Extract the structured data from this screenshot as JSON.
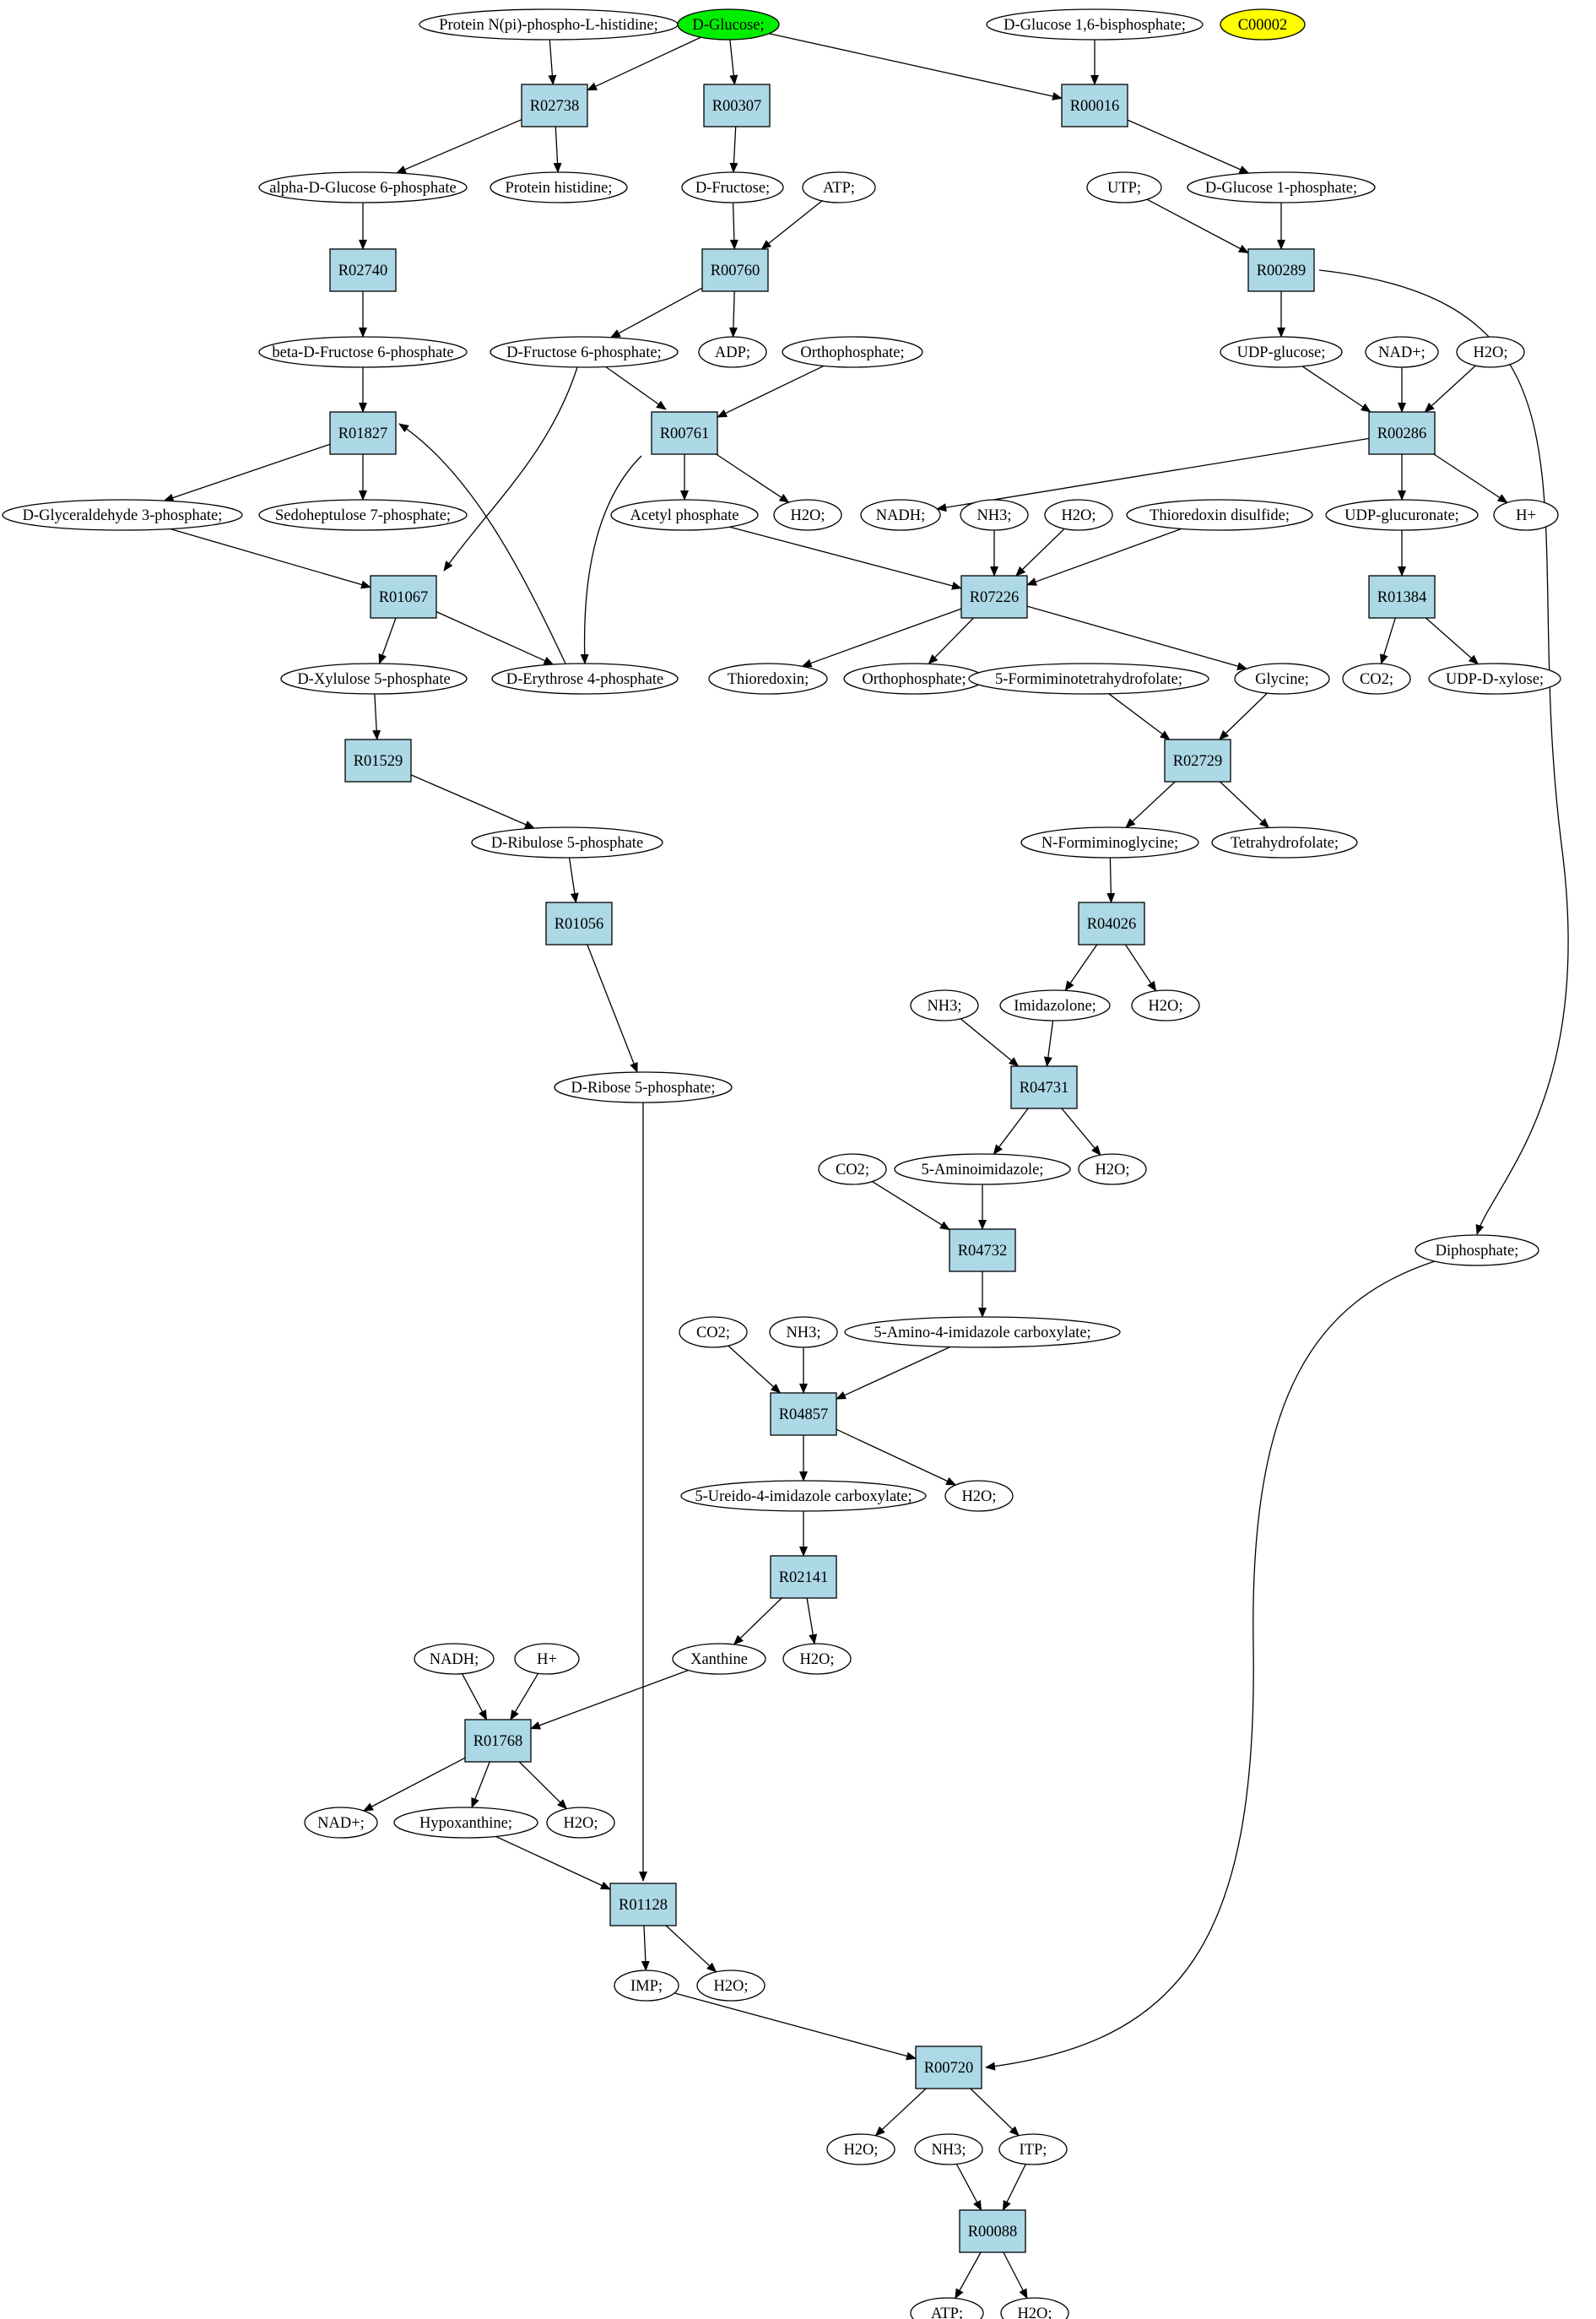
{
  "colors": {
    "reaction_fill": "#add8e6",
    "compound_fill": "#ffffff",
    "source_fill": "#00ee00",
    "highlight_fill": "#ffff00",
    "stroke": "#000000"
  },
  "nodes": [
    {
      "id": "c_protein_npi",
      "label": "Protein N(pi)-phospho-L-histidine;",
      "kind": "compound"
    },
    {
      "id": "c_dglucose",
      "label": "D-Glucose;",
      "kind": "source"
    },
    {
      "id": "c_dglc16bp",
      "label": "D-Glucose 1,6-bisphosphate;",
      "kind": "compound"
    },
    {
      "id": "c_c00002",
      "label": "C00002",
      "kind": "highlight"
    },
    {
      "id": "r_R02738",
      "label": "R02738",
      "kind": "reaction"
    },
    {
      "id": "r_R00307",
      "label": "R00307",
      "kind": "reaction"
    },
    {
      "id": "r_R00016",
      "label": "R00016",
      "kind": "reaction"
    },
    {
      "id": "c_adg6p",
      "label": "alpha-D-Glucose 6-phosphate",
      "kind": "compound"
    },
    {
      "id": "c_prot_his",
      "label": "Protein histidine;",
      "kind": "compound"
    },
    {
      "id": "c_dfructose",
      "label": "D-Fructose;",
      "kind": "compound"
    },
    {
      "id": "c_atp1",
      "label": "ATP;",
      "kind": "compound"
    },
    {
      "id": "c_utp",
      "label": "UTP;",
      "kind": "compound"
    },
    {
      "id": "c_dg1p",
      "label": "D-Glucose 1-phosphate;",
      "kind": "compound"
    },
    {
      "id": "r_R02740",
      "label": "R02740",
      "kind": "reaction"
    },
    {
      "id": "r_R00760",
      "label": "R00760",
      "kind": "reaction"
    },
    {
      "id": "r_R00289",
      "label": "R00289",
      "kind": "reaction"
    },
    {
      "id": "c_bdf6p",
      "label": "beta-D-Fructose 6-phosphate",
      "kind": "compound"
    },
    {
      "id": "c_df6p",
      "label": "D-Fructose 6-phosphate;",
      "kind": "compound"
    },
    {
      "id": "c_adp",
      "label": "ADP;",
      "kind": "compound"
    },
    {
      "id": "c_ortho1",
      "label": "Orthophosphate;",
      "kind": "compound"
    },
    {
      "id": "c_udpglc",
      "label": "UDP-glucose;",
      "kind": "compound"
    },
    {
      "id": "c_nadp",
      "label": "NAD+;",
      "kind": "compound"
    },
    {
      "id": "c_h2o_a",
      "label": "H2O;",
      "kind": "compound"
    },
    {
      "id": "r_R01827",
      "label": "R01827",
      "kind": "reaction"
    },
    {
      "id": "r_R00761",
      "label": "R00761",
      "kind": "reaction"
    },
    {
      "id": "r_R00286",
      "label": "R00286",
      "kind": "reaction"
    },
    {
      "id": "c_dg3p",
      "label": "D-Glyceraldehyde 3-phosphate;",
      "kind": "compound"
    },
    {
      "id": "c_s7p",
      "label": "Sedoheptulose 7-phosphate;",
      "kind": "compound"
    },
    {
      "id": "c_acp",
      "label": "Acetyl phosphate",
      "kind": "compound"
    },
    {
      "id": "c_h2o_b",
      "label": "H2O;",
      "kind": "compound"
    },
    {
      "id": "c_nadh1",
      "label": "NADH;",
      "kind": "compound"
    },
    {
      "id": "c_nh3_1",
      "label": "NH3;",
      "kind": "compound"
    },
    {
      "id": "c_h2o_c",
      "label": "H2O;",
      "kind": "compound"
    },
    {
      "id": "c_trxss",
      "label": "Thioredoxin disulfide;",
      "kind": "compound"
    },
    {
      "id": "c_udpgluc",
      "label": "UDP-glucuronate;",
      "kind": "compound"
    },
    {
      "id": "c_hplus1",
      "label": "H+",
      "kind": "compound"
    },
    {
      "id": "r_R01067",
      "label": "R01067",
      "kind": "reaction"
    },
    {
      "id": "r_R07226",
      "label": "R07226",
      "kind": "reaction"
    },
    {
      "id": "r_R01384",
      "label": "R01384",
      "kind": "reaction"
    },
    {
      "id": "c_dx5p",
      "label": "D-Xylulose 5-phosphate",
      "kind": "compound"
    },
    {
      "id": "c_de4p",
      "label": "D-Erythrose 4-phosphate",
      "kind": "compound"
    },
    {
      "id": "c_trx",
      "label": "Thioredoxin;",
      "kind": "compound"
    },
    {
      "id": "c_ortho2",
      "label": "Orthophosphate;",
      "kind": "compound"
    },
    {
      "id": "c_fthf",
      "label": "5-Formiminotetrahydrofolate;",
      "kind": "compound"
    },
    {
      "id": "c_glycine",
      "label": "Glycine;",
      "kind": "compound"
    },
    {
      "id": "c_co2_1",
      "label": "CO2;",
      "kind": "compound"
    },
    {
      "id": "c_udpxyl",
      "label": "UDP-D-xylose;",
      "kind": "compound"
    },
    {
      "id": "r_R01529",
      "label": "R01529",
      "kind": "reaction"
    },
    {
      "id": "r_R02729",
      "label": "R02729",
      "kind": "reaction"
    },
    {
      "id": "c_dru5p",
      "label": "D-Ribulose 5-phosphate",
      "kind": "compound"
    },
    {
      "id": "c_nfgly",
      "label": "N-Formiminoglycine;",
      "kind": "compound"
    },
    {
      "id": "c_thf",
      "label": "Tetrahydrofolate;",
      "kind": "compound"
    },
    {
      "id": "r_R01056",
      "label": "R01056",
      "kind": "reaction"
    },
    {
      "id": "r_R04026",
      "label": "R04026",
      "kind": "reaction"
    },
    {
      "id": "c_nh3_2",
      "label": "NH3;",
      "kind": "compound"
    },
    {
      "id": "c_imidazolone",
      "label": "Imidazolone;",
      "kind": "compound"
    },
    {
      "id": "c_h2o_d",
      "label": "H2O;",
      "kind": "compound"
    },
    {
      "id": "c_dr5p",
      "label": "D-Ribose 5-phosphate;",
      "kind": "compound"
    },
    {
      "id": "r_R04731",
      "label": "R04731",
      "kind": "reaction"
    },
    {
      "id": "c_co2_2",
      "label": "CO2;",
      "kind": "compound"
    },
    {
      "id": "c_5ai",
      "label": "5-Aminoimidazole;",
      "kind": "compound"
    },
    {
      "id": "c_h2o_e",
      "label": "H2O;",
      "kind": "compound"
    },
    {
      "id": "r_R04732",
      "label": "R04732",
      "kind": "reaction"
    },
    {
      "id": "c_diphos",
      "label": "Diphosphate;",
      "kind": "compound"
    },
    {
      "id": "c_co2_3",
      "label": "CO2;",
      "kind": "compound"
    },
    {
      "id": "c_nh3_3",
      "label": "NH3;",
      "kind": "compound"
    },
    {
      "id": "c_5a4ic",
      "label": "5-Amino-4-imidazole carboxylate;",
      "kind": "compound"
    },
    {
      "id": "r_R04857",
      "label": "R04857",
      "kind": "reaction"
    },
    {
      "id": "c_5u4ic",
      "label": "5-Ureido-4-imidazole carboxylate;",
      "kind": "compound"
    },
    {
      "id": "c_h2o_f",
      "label": "H2O;",
      "kind": "compound"
    },
    {
      "id": "r_R02141",
      "label": "R02141",
      "kind": "reaction"
    },
    {
      "id": "c_nadh2",
      "label": "NADH;",
      "kind": "compound"
    },
    {
      "id": "c_hplus2",
      "label": "H+",
      "kind": "compound"
    },
    {
      "id": "c_xanthine",
      "label": "Xanthine",
      "kind": "compound"
    },
    {
      "id": "c_h2o_g",
      "label": "H2O;",
      "kind": "compound"
    },
    {
      "id": "r_R01768",
      "label": "R01768",
      "kind": "reaction"
    },
    {
      "id": "c_nadp2",
      "label": "NAD+;",
      "kind": "compound"
    },
    {
      "id": "c_hypox",
      "label": "Hypoxanthine;",
      "kind": "compound"
    },
    {
      "id": "c_h2o_h",
      "label": "H2O;",
      "kind": "compound"
    },
    {
      "id": "r_R01128",
      "label": "R01128",
      "kind": "reaction"
    },
    {
      "id": "c_imp",
      "label": "IMP;",
      "kind": "compound"
    },
    {
      "id": "c_h2o_i",
      "label": "H2O;",
      "kind": "compound"
    },
    {
      "id": "r_R00720",
      "label": "R00720",
      "kind": "reaction"
    },
    {
      "id": "c_h2o_j",
      "label": "H2O;",
      "kind": "compound"
    },
    {
      "id": "c_nh3_4",
      "label": "NH3;",
      "kind": "compound"
    },
    {
      "id": "c_itp",
      "label": "ITP;",
      "kind": "compound"
    },
    {
      "id": "r_R00088",
      "label": "R00088",
      "kind": "reaction"
    },
    {
      "id": "c_atp2",
      "label": "ATP;",
      "kind": "compound"
    },
    {
      "id": "c_h2o_k",
      "label": "H2O;",
      "kind": "compound"
    }
  ],
  "edges": [
    [
      "c_protein_npi",
      "r_R02738"
    ],
    [
      "c_dglucose",
      "r_R02738"
    ],
    [
      "c_dglucose",
      "r_R00307"
    ],
    [
      "c_dglucose",
      "r_R00016"
    ],
    [
      "c_dglc16bp",
      "r_R00016"
    ],
    [
      "r_R02738",
      "c_adg6p"
    ],
    [
      "r_R02738",
      "c_prot_his"
    ],
    [
      "r_R00307",
      "c_dfructose"
    ],
    [
      "r_R00016",
      "c_dg1p"
    ],
    [
      "c_adg6p",
      "r_R02740"
    ],
    [
      "c_dfructose",
      "r_R00760"
    ],
    [
      "c_atp1",
      "r_R00760"
    ],
    [
      "c_utp",
      "r_R00289"
    ],
    [
      "c_dg1p",
      "r_R00289"
    ],
    [
      "r_R02740",
      "c_bdf6p"
    ],
    [
      "r_R00760",
      "c_df6p"
    ],
    [
      "r_R00760",
      "c_adp"
    ],
    [
      "r_R00289",
      "c_udpglc"
    ],
    [
      "r_R00289",
      "c_diphos"
    ],
    [
      "c_bdf6p",
      "r_R01827"
    ],
    [
      "c_df6p",
      "r_R00761"
    ],
    [
      "c_df6p",
      "r_R01067"
    ],
    [
      "c_ortho1",
      "r_R00761"
    ],
    [
      "c_udpglc",
      "r_R00286"
    ],
    [
      "c_nadp",
      "r_R00286"
    ],
    [
      "c_h2o_a",
      "r_R00286"
    ],
    [
      "r_R01827",
      "c_dg3p"
    ],
    [
      "r_R01827",
      "c_s7p"
    ],
    [
      "r_R00761",
      "c_acp"
    ],
    [
      "r_R00761",
      "c_h2o_b"
    ],
    [
      "r_R00761",
      "c_de4p"
    ],
    [
      "r_R00286",
      "c_nadh1"
    ],
    [
      "r_R00286",
      "c_udpgluc"
    ],
    [
      "r_R00286",
      "c_hplus1"
    ],
    [
      "c_dg3p",
      "r_R01067"
    ],
    [
      "c_acp",
      "r_R07226"
    ],
    [
      "c_nh3_1",
      "r_R07226"
    ],
    [
      "c_h2o_c",
      "r_R07226"
    ],
    [
      "c_trxss",
      "r_R07226"
    ],
    [
      "c_udpgluc",
      "r_R01384"
    ],
    [
      "r_R01067",
      "c_dx5p"
    ],
    [
      "r_R01067",
      "c_de4p"
    ],
    [
      "c_de4p",
      "r_R01827"
    ],
    [
      "r_R07226",
      "c_trx"
    ],
    [
      "r_R07226",
      "c_ortho2"
    ],
    [
      "r_R07226",
      "c_glycine"
    ],
    [
      "r_R01384",
      "c_co2_1"
    ],
    [
      "r_R01384",
      "c_udpxyl"
    ],
    [
      "c_dx5p",
      "r_R01529"
    ],
    [
      "c_fthf",
      "r_R02729"
    ],
    [
      "c_glycine",
      "r_R02729"
    ],
    [
      "r_R01529",
      "c_dru5p"
    ],
    [
      "r_R02729",
      "c_nfgly"
    ],
    [
      "r_R02729",
      "c_thf"
    ],
    [
      "c_dru5p",
      "r_R01056"
    ],
    [
      "c_nfgly",
      "r_R04026"
    ],
    [
      "r_R01056",
      "c_dr5p"
    ],
    [
      "r_R04026",
      "c_imidazolone"
    ],
    [
      "r_R04026",
      "c_h2o_d"
    ],
    [
      "c_nh3_2",
      "r_R04731"
    ],
    [
      "c_imidazolone",
      "r_R04731"
    ],
    [
      "r_R04731",
      "c_5ai"
    ],
    [
      "r_R04731",
      "c_h2o_e"
    ],
    [
      "c_co2_2",
      "r_R04732"
    ],
    [
      "c_5ai",
      "r_R04732"
    ],
    [
      "r_R04732",
      "c_5a4ic"
    ],
    [
      "c_co2_3",
      "r_R04857"
    ],
    [
      "c_nh3_3",
      "r_R04857"
    ],
    [
      "c_5a4ic",
      "r_R04857"
    ],
    [
      "r_R04857",
      "c_5u4ic"
    ],
    [
      "r_R04857",
      "c_h2o_f"
    ],
    [
      "c_5u4ic",
      "r_R02141"
    ],
    [
      "r_R02141",
      "c_xanthine"
    ],
    [
      "r_R02141",
      "c_h2o_g"
    ],
    [
      "c_nadh2",
      "r_R01768"
    ],
    [
      "c_hplus2",
      "r_R01768"
    ],
    [
      "c_xanthine",
      "r_R01768"
    ],
    [
      "r_R01768",
      "c_nadp2"
    ],
    [
      "r_R01768",
      "c_hypox"
    ],
    [
      "r_R01768",
      "c_h2o_h"
    ],
    [
      "c_hypox",
      "r_R01128"
    ],
    [
      "c_dr5p",
      "r_R01128"
    ],
    [
      "r_R01128",
      "c_imp"
    ],
    [
      "r_R01128",
      "c_h2o_i"
    ],
    [
      "c_imp",
      "r_R00720"
    ],
    [
      "c_diphos",
      "r_R00720"
    ],
    [
      "r_R00720",
      "c_h2o_j"
    ],
    [
      "r_R00720",
      "c_itp"
    ],
    [
      "c_nh3_4",
      "r_R00088"
    ],
    [
      "c_itp",
      "r_R00088"
    ],
    [
      "r_R00088",
      "c_atp2"
    ],
    [
      "r_R00088",
      "c_h2o_k"
    ]
  ]
}
